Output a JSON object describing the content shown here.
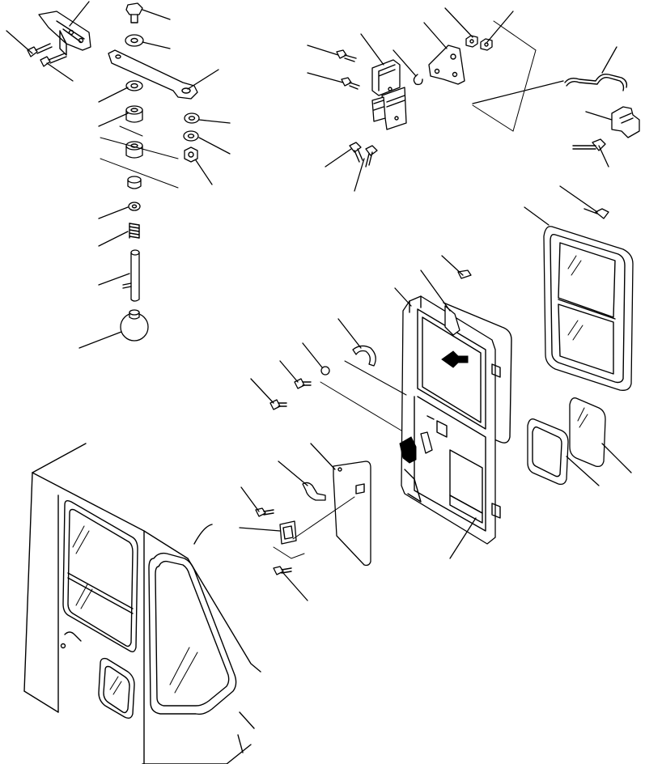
{
  "figure": {
    "kind": "exploded-parts-diagram",
    "colors": {
      "ink": "#000000",
      "paper": "#ffffff"
    },
    "parts": [
      "hinge-bracket",
      "bolt",
      "washer",
      "lever-plate",
      "nut",
      "spring",
      "pin",
      "ball-knob",
      "door-hinge",
      "latch-bracket",
      "wire-rod",
      "door-catch",
      "window-frame",
      "door-frame",
      "door-seal",
      "striker-arrow",
      "handle-grip",
      "lock-plate",
      "glass-pane",
      "rubber-seal",
      "cab-body"
    ]
  }
}
